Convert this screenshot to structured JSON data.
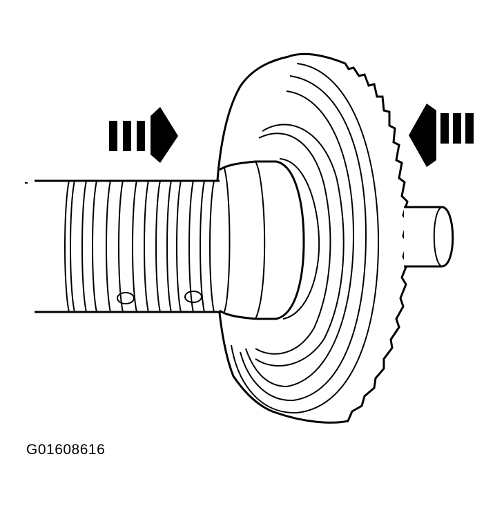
{
  "figure": {
    "id_label": "G01608616"
  },
  "arrows": [
    {
      "name": "left-press-arrow",
      "points": "right"
    },
    {
      "name": "right-press-arrow",
      "points": "left"
    }
  ],
  "colors": {
    "line": "#000000",
    "background": "#ffffff"
  }
}
